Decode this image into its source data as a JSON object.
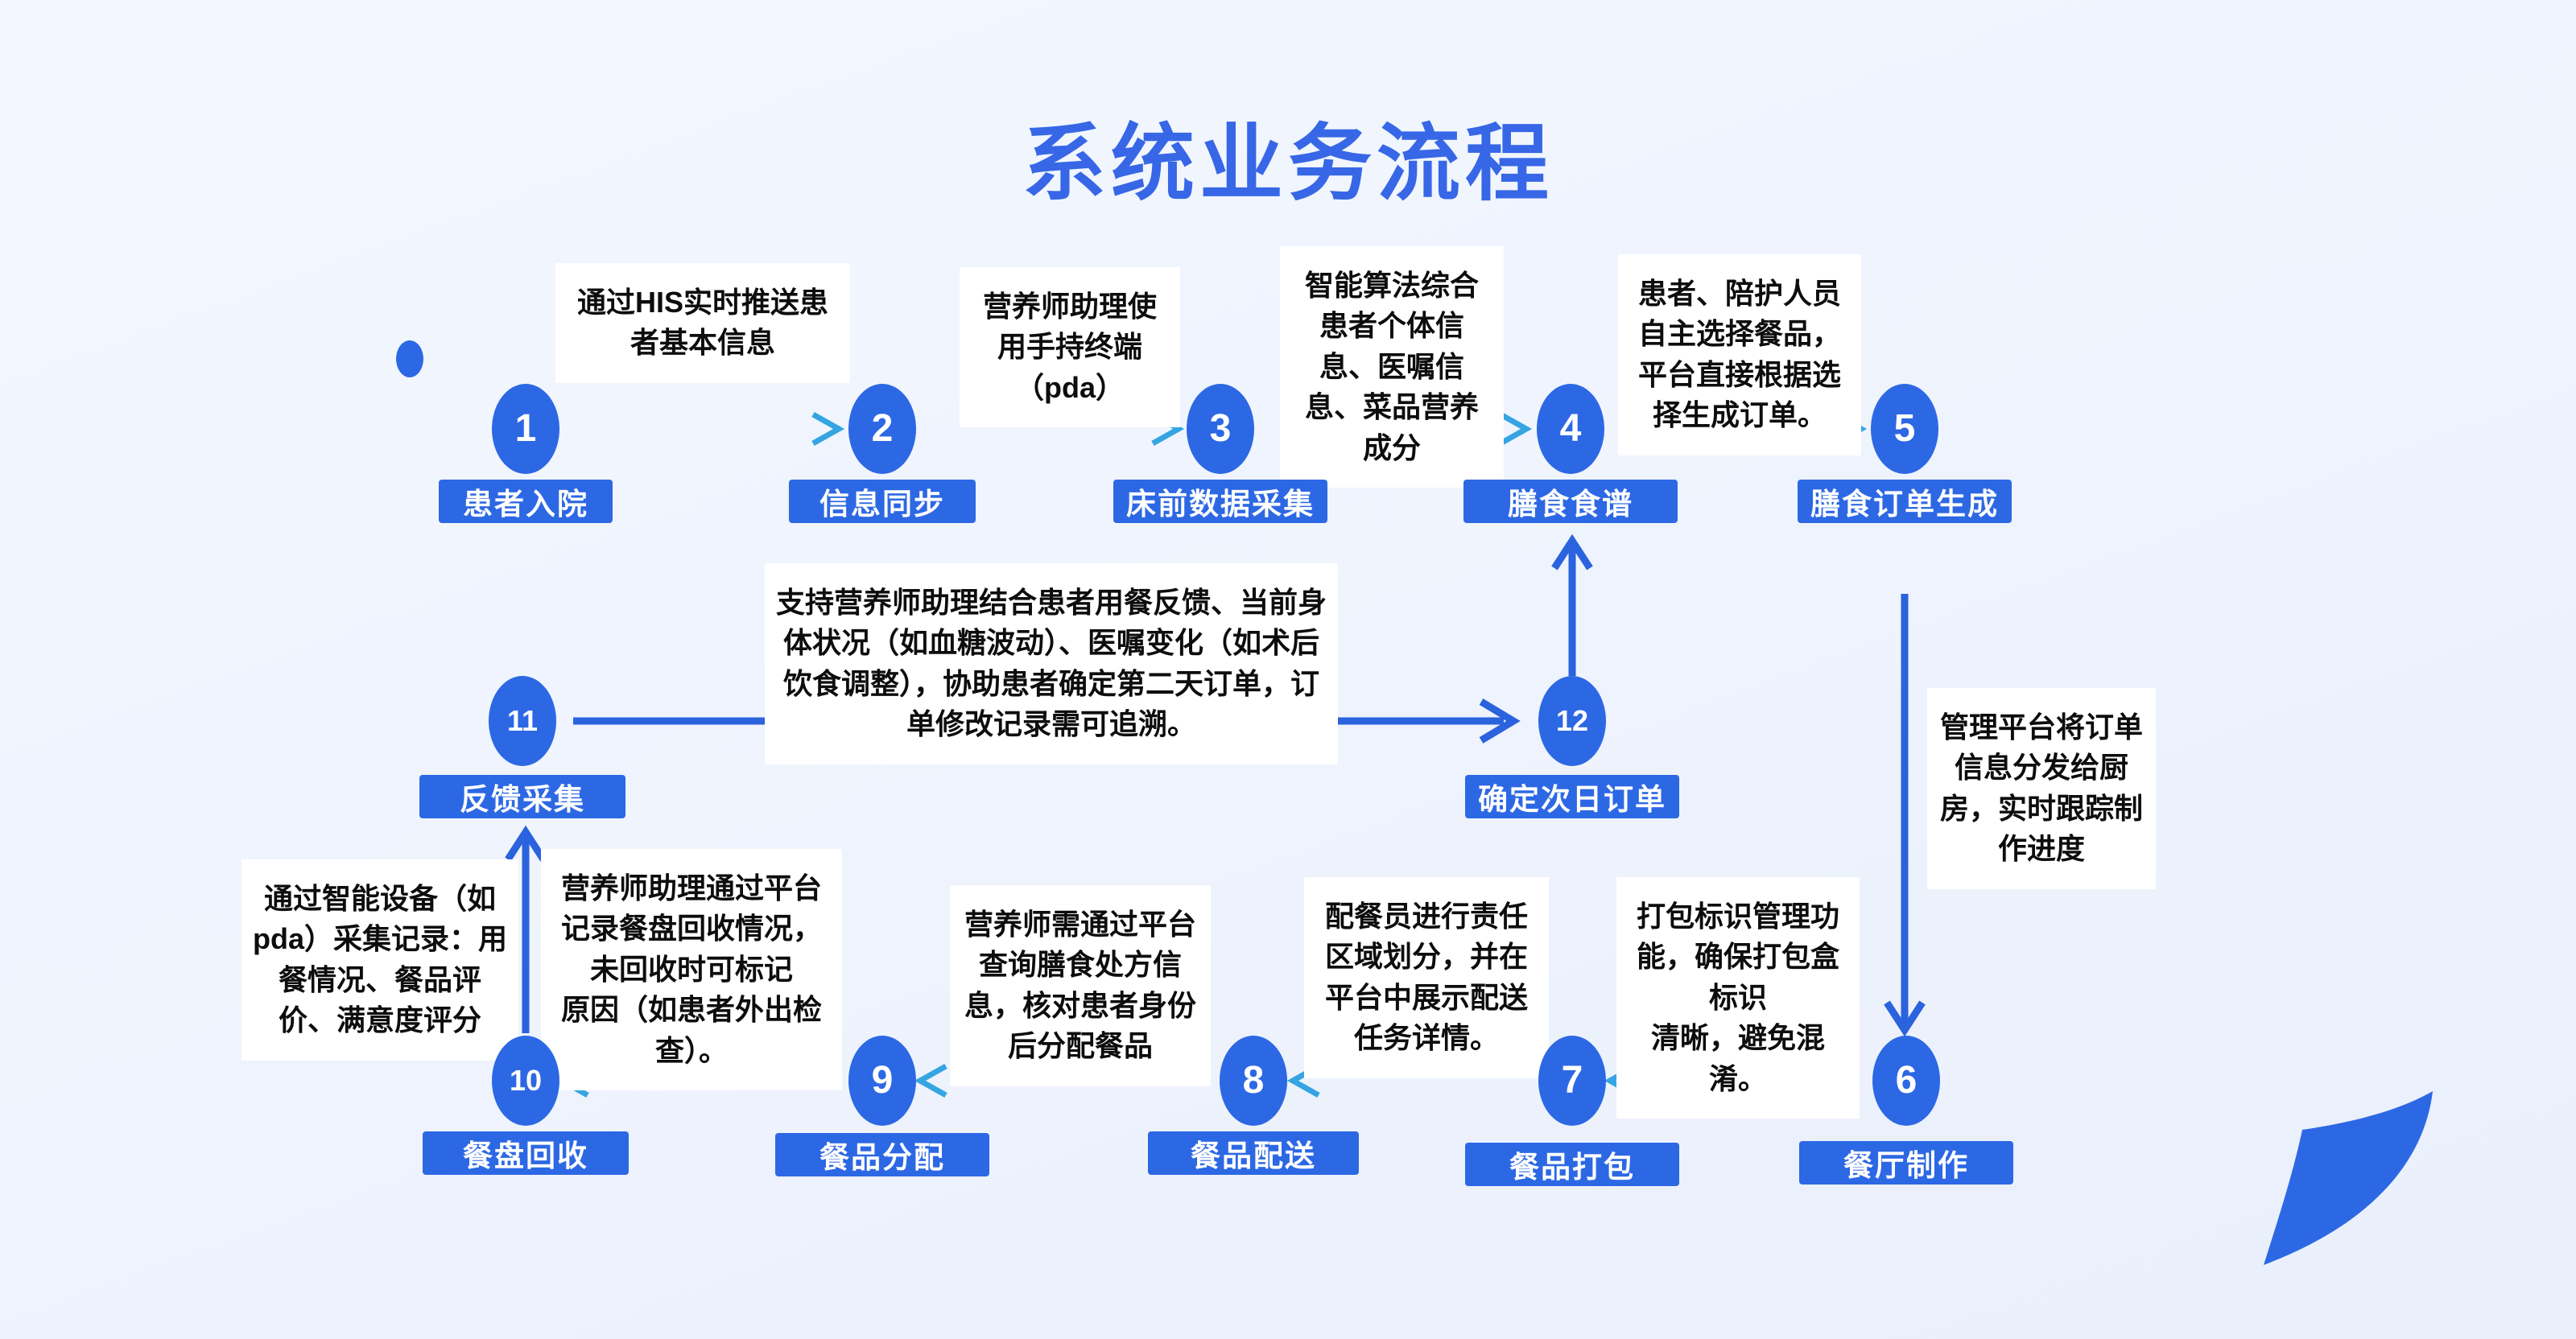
{
  "title": "系统业务流程",
  "colors": {
    "accent_blue": "#2d68e4",
    "title_blue": "#3767e6",
    "arrow_teal": "#35a5e2",
    "thick_arrow_blue": "#2b62dd",
    "background": "#eef3fd",
    "note_background": "#ffffff"
  },
  "nodes": [
    {
      "num": "1",
      "label": "患者入院"
    },
    {
      "num": "2",
      "label": "信息同步"
    },
    {
      "num": "3",
      "label": "床前数据采集"
    },
    {
      "num": "4",
      "label": "膳食食谱"
    },
    {
      "num": "5",
      "label": "膳食订单生成"
    },
    {
      "num": "6",
      "label": "餐厅制作"
    },
    {
      "num": "7",
      "label": "餐品打包"
    },
    {
      "num": "8",
      "label": "餐品配送"
    },
    {
      "num": "9",
      "label": "餐品分配"
    },
    {
      "num": "10",
      "label": "餐盘回收"
    },
    {
      "num": "11",
      "label": "反馈采集"
    },
    {
      "num": "12",
      "label": "确定次日订单"
    }
  ],
  "notes": {
    "his": "通过HIS实时推送患者基本信息",
    "pda_terminal": "营养师助理使用手持终端（pda）",
    "algorithm": "智能算法综合患者个体信息、医嘱信息、菜品营养成分",
    "self_select": "患者、陪护人员自主选择餐品，平台直接根据选择生成订单。",
    "feedback_assist": "支持营养师助理结合患者用餐反馈、当前身体状况（如血糖波动）、医嘱变化（如术后饮食调整），协助患者确定第二天订单，订单修改记录需可追溯。",
    "kitchen_dispatch": "管理平台将订单信息分发给厨房，实时跟踪制作进度",
    "smart_device": "通过智能设备（如pda）采集记录：用餐情况、餐品评价、满意度评分",
    "tray_record": "营养师助理通过平台记录餐盘回收情况，未回收时可标记\n原因（如患者外出检查）。",
    "verify_identity": "营养师需通过平台查询膳食处方信息，核对患者身份后分配餐品",
    "delivery_zone": "配餐员进行责任区域划分，并在平台中展示配送任务详情。",
    "packing_label": "打包标识管理功能，确保打包盒标识\n清晰，避免混淆。"
  }
}
